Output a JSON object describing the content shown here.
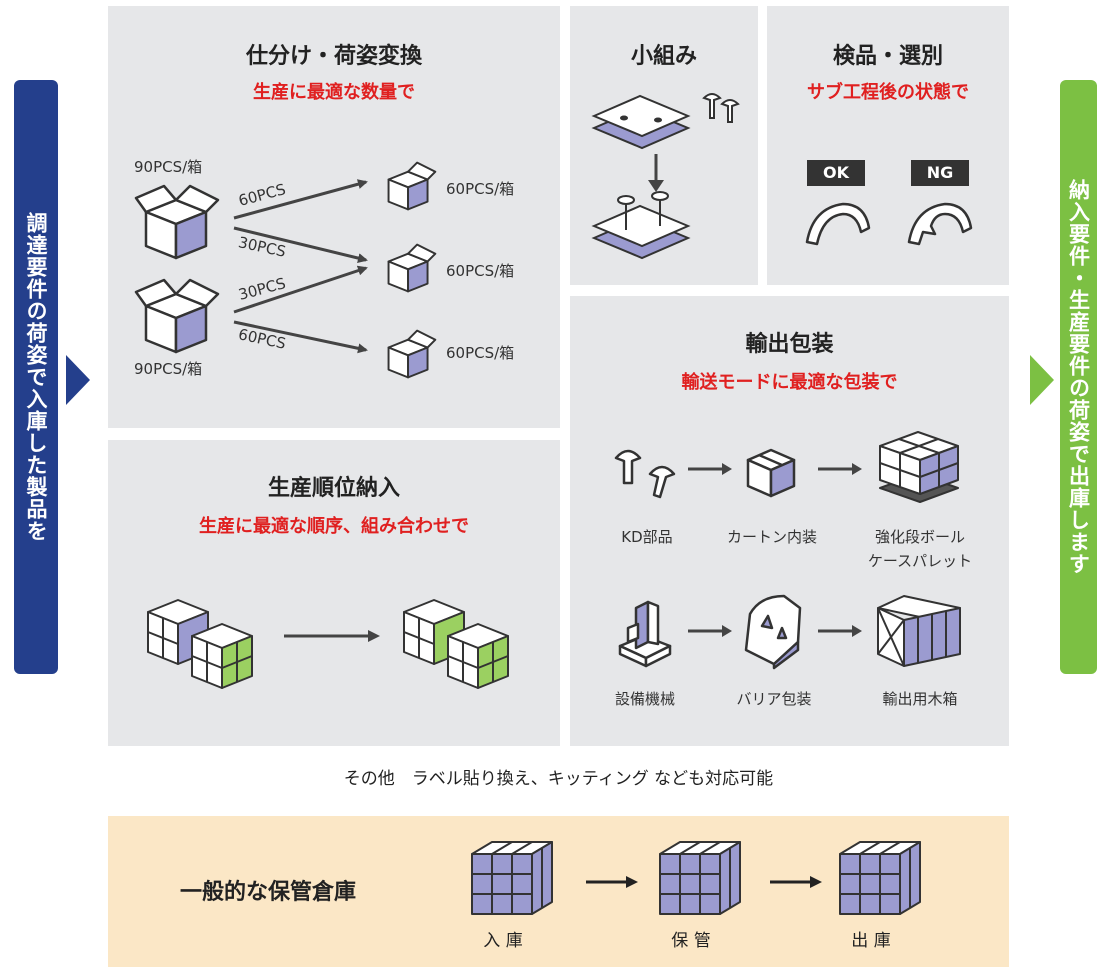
{
  "left_banner": "調達要件の荷姿で入庫した製品を",
  "right_banner": "納入要件・生産要件の荷姿で出庫します",
  "sorting": {
    "title": "仕分け・荷姿変換",
    "subtitle": "生産に最適な数量で",
    "src_top": "90PCS/箱",
    "src_bottom": "90PCS/箱",
    "arrow_labels": [
      "60PCS",
      "30PCS",
      "30PCS",
      "60PCS"
    ],
    "dest_labels": [
      "60PCS/箱",
      "60PCS/箱",
      "60PCS/箱"
    ]
  },
  "subassembly": {
    "title": "小組み"
  },
  "inspection": {
    "title": "検品・選別",
    "subtitle": "サブ工程後の状態で",
    "ok": "OK",
    "ng": "NG"
  },
  "sequence": {
    "title": "生産順位納入",
    "subtitle": "生産に最適な順序、組み合わせで"
  },
  "export": {
    "title": "輸出包装",
    "subtitle": "輸送モードに最適な包装で",
    "row1": [
      "KD部品",
      "カートン内装",
      "強化段ボール",
      "ケースパレット"
    ],
    "row2": [
      "設備機械",
      "バリア包装",
      "輸出用木箱"
    ]
  },
  "other_note": "その他　ラベル貼り換え、キッティング なども対応可能",
  "storage": {
    "title": "一般的な保管倉庫",
    "steps": [
      "入 庫",
      "保 管",
      "出 庫"
    ]
  },
  "colors": {
    "left_banner": "#243f8c",
    "right_banner": "#7cc043",
    "panel": "#e6e7e9",
    "accent_red": "#e02020",
    "box_purple": "#9b9bd0",
    "green_cube": "#9bd061",
    "storage_bg": "#fbe7c6"
  }
}
